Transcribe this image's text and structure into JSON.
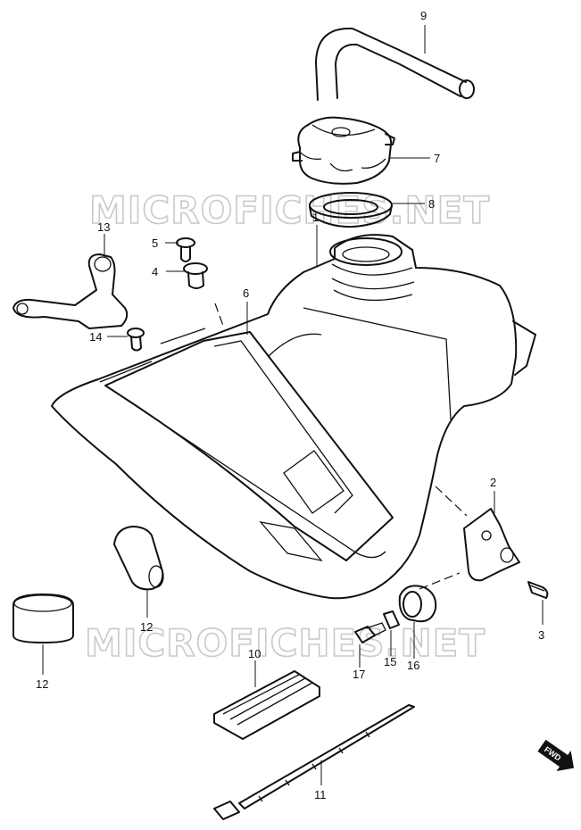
{
  "watermark": "MICROFICHES.NET",
  "callouts": [
    {
      "id": "1",
      "label": "1"
    },
    {
      "id": "2",
      "label": "2"
    },
    {
      "id": "3",
      "label": "3"
    },
    {
      "id": "4",
      "label": "4"
    },
    {
      "id": "5",
      "label": "5"
    },
    {
      "id": "6",
      "label": "6"
    },
    {
      "id": "7",
      "label": "7"
    },
    {
      "id": "8",
      "label": "8"
    },
    {
      "id": "9",
      "label": "9"
    },
    {
      "id": "10",
      "label": "10"
    },
    {
      "id": "11",
      "label": "11"
    },
    {
      "id": "12a",
      "label": "12"
    },
    {
      "id": "12b",
      "label": "12"
    },
    {
      "id": "13",
      "label": "13"
    },
    {
      "id": "14",
      "label": "14"
    },
    {
      "id": "15",
      "label": "15"
    },
    {
      "id": "16",
      "label": "16"
    },
    {
      "id": "17",
      "label": "17"
    }
  ],
  "fwd_label": "FWD",
  "icons": {
    "direction": "fwd-arrow-icon"
  }
}
